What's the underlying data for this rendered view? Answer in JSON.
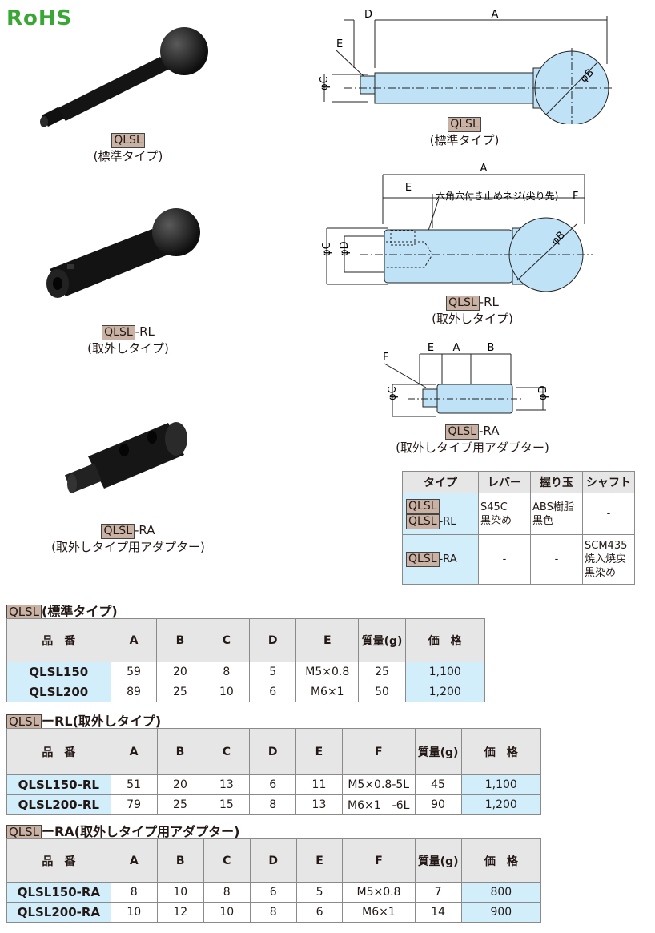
{
  "brand": {
    "rohs": "RoHS"
  },
  "model": "QLSL",
  "photos": [
    {
      "suffix": "",
      "label": "(標準タイプ)"
    },
    {
      "suffix": "-RL",
      "label": "(取外しタイプ)"
    },
    {
      "suffix": "-RA",
      "label": "(取外しタイプ用アダプター)"
    }
  ],
  "drawings": {
    "std": {
      "suffix": "",
      "label": "(標準タイプ)",
      "dims": {
        "d": "D",
        "a": "A",
        "e": "E",
        "c": "φC",
        "b": "φB"
      }
    },
    "rl": {
      "suffix": "-RL",
      "label": "(取外しタイプ)",
      "dims": {
        "a": "A",
        "e": "E",
        "note": "六角穴付き止めネジ(尖り先)",
        "f": "F",
        "c": "φC",
        "d": "φD",
        "b": "φB"
      }
    },
    "ra": {
      "suffix": "-RA",
      "label": "(取外しタイプ用アダプター)",
      "dims": {
        "e": "E",
        "a": "A",
        "b": "B",
        "f": "F",
        "c": "φC",
        "d": "φD"
      }
    }
  },
  "material": {
    "headers": [
      "タイプ",
      "レバー",
      "握り玉",
      "シャフト"
    ],
    "rows": [
      {
        "types": [
          "",
          "-RL"
        ],
        "lever": [
          "S45C",
          "黒染め"
        ],
        "knob": [
          "ABS樹脂",
          "黒色"
        ],
        "shaft": [
          "-"
        ]
      },
      {
        "types": [
          "-RA"
        ],
        "lever": [
          "-"
        ],
        "knob": [
          "-"
        ],
        "shaft": [
          "SCM435",
          "焼入焼戻",
          "黒染め"
        ]
      }
    ]
  },
  "sections": [
    {
      "suffix": "",
      "title": "(標準タイプ)",
      "headers": [
        "品　番",
        "A",
        "B",
        "C",
        "D",
        "E",
        "質量(g)",
        "価　格"
      ],
      "rows": [
        [
          "QLSL150",
          "59",
          "20",
          "8",
          "5",
          "M5×0.8",
          "25",
          "1,100"
        ],
        [
          "QLSL200",
          "89",
          "25",
          "10",
          "6",
          "M6×1",
          "50",
          "1,200"
        ]
      ]
    },
    {
      "suffix": "ーRL",
      "title": "(取外しタイプ)",
      "headers": [
        "品　番",
        "A",
        "B",
        "C",
        "D",
        "E",
        "F",
        "質量(g)",
        "価　格"
      ],
      "rows": [
        [
          "QLSL150-RL",
          "51",
          "20",
          "13",
          "6",
          "11",
          "M5×0.8-5L",
          "45",
          "1,100"
        ],
        [
          "QLSL200-RL",
          "79",
          "25",
          "15",
          "8",
          "13",
          "M6×1　-6L",
          "90",
          "1,200"
        ]
      ]
    },
    {
      "suffix": "ーRA",
      "title": "(取外しタイプ用アダプター)",
      "headers": [
        "品　番",
        "A",
        "B",
        "C",
        "D",
        "E",
        "F",
        "質量(g)",
        "価　格"
      ],
      "rows": [
        [
          "QLSL150-RA",
          "8",
          "10",
          "8",
          "6",
          "5",
          "M5×0.8",
          "7",
          "800"
        ],
        [
          "QLSL200-RA",
          "10",
          "12",
          "10",
          "8",
          "6",
          "M6×1",
          "14",
          "900"
        ]
      ]
    }
  ]
}
